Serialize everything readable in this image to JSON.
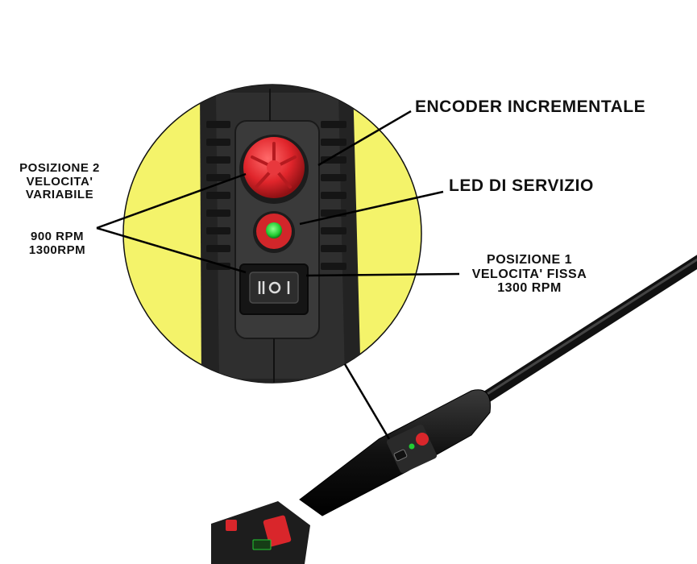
{
  "labels": {
    "encoder": "ENCODER INCREMENTALE",
    "led": "LED DI SERVIZIO",
    "pos1_title": "POSIZIONE 1",
    "pos1_mode": "VELOCITA' FISSA",
    "pos1_rpm": "1300 RPM",
    "pos2_title": "POSIZIONE 2",
    "pos2_mode": "VELOCITA'",
    "pos2_mode2": "VARIABILE",
    "rpm_low": "900 RPM",
    "rpm_high": "1300RPM"
  },
  "colors": {
    "yellow_circle": "#f4f36a",
    "housing": "#2b2b2b",
    "knob_red": "#e0252b",
    "led_green": "#22cc33",
    "leader_line": "#000000"
  }
}
